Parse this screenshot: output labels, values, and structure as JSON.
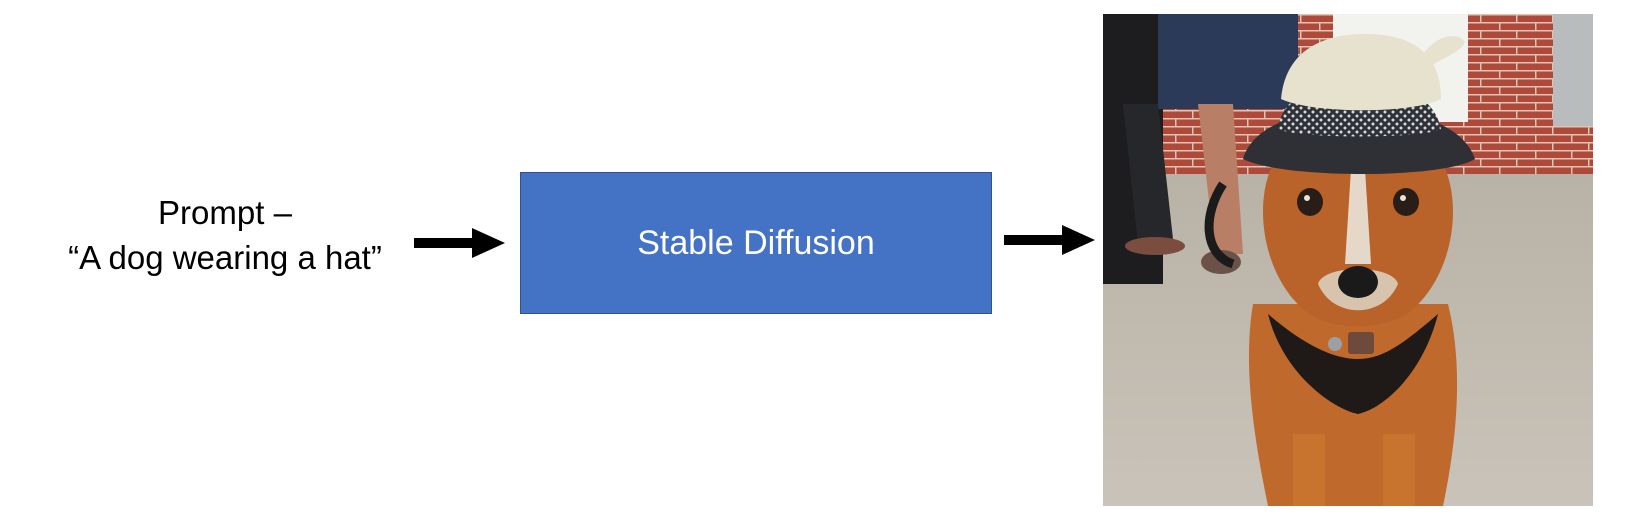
{
  "prompt": {
    "line1": "Prompt –",
    "line2": "“A dog wearing a hat”"
  },
  "model": {
    "label": "Stable Diffusion"
  },
  "output_image": {
    "subject": "dog wearing a hat",
    "icon": "generated-photo"
  },
  "colors": {
    "box_fill": "#4472C4",
    "box_border": "#2F528F",
    "arrow": "#000000"
  }
}
